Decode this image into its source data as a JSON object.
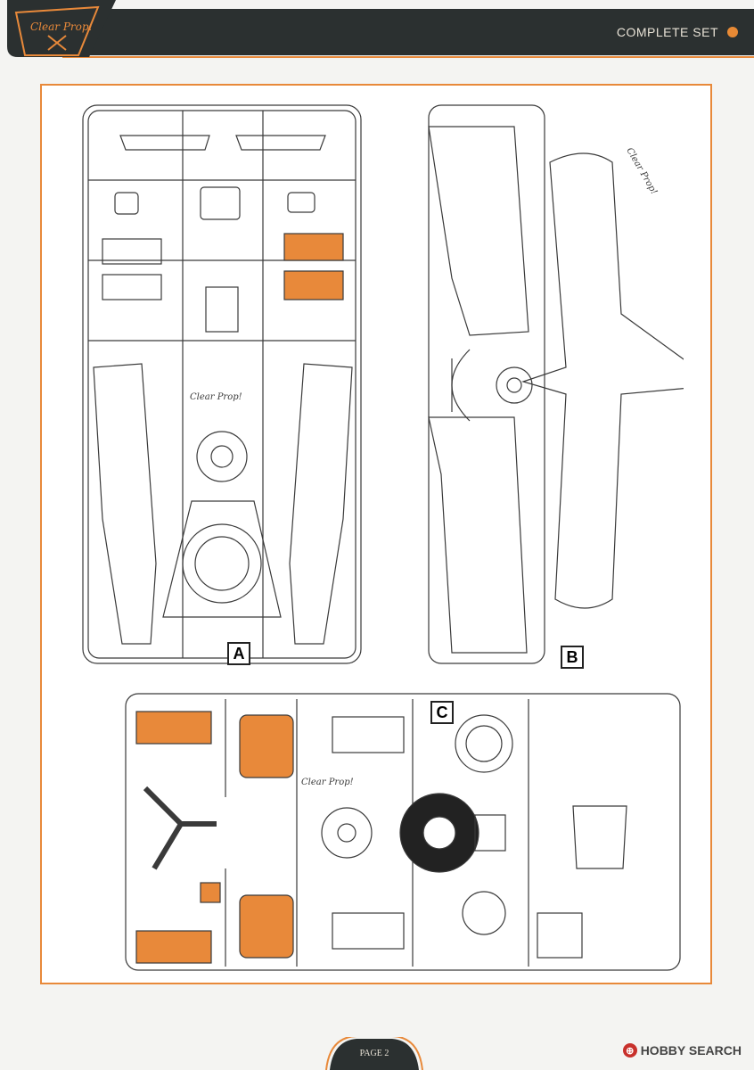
{
  "header": {
    "title": "COMPLETE SET",
    "logo_text": "Clear Prop!"
  },
  "sprues": [
    {
      "id": "A",
      "label": "A"
    },
    {
      "id": "B",
      "label": "B"
    },
    {
      "id": "C",
      "label": "C"
    }
  ],
  "sprue_logo_text": "Clear Prop!",
  "footer": {
    "page_label": "PAGE 2"
  },
  "watermark": {
    "text": "HOBBY SEARCH"
  },
  "colors": {
    "header_dark": "#2b3030",
    "accent": "#e8893a",
    "highlight_part": "#e8893a",
    "line": "#3a3a3a"
  }
}
